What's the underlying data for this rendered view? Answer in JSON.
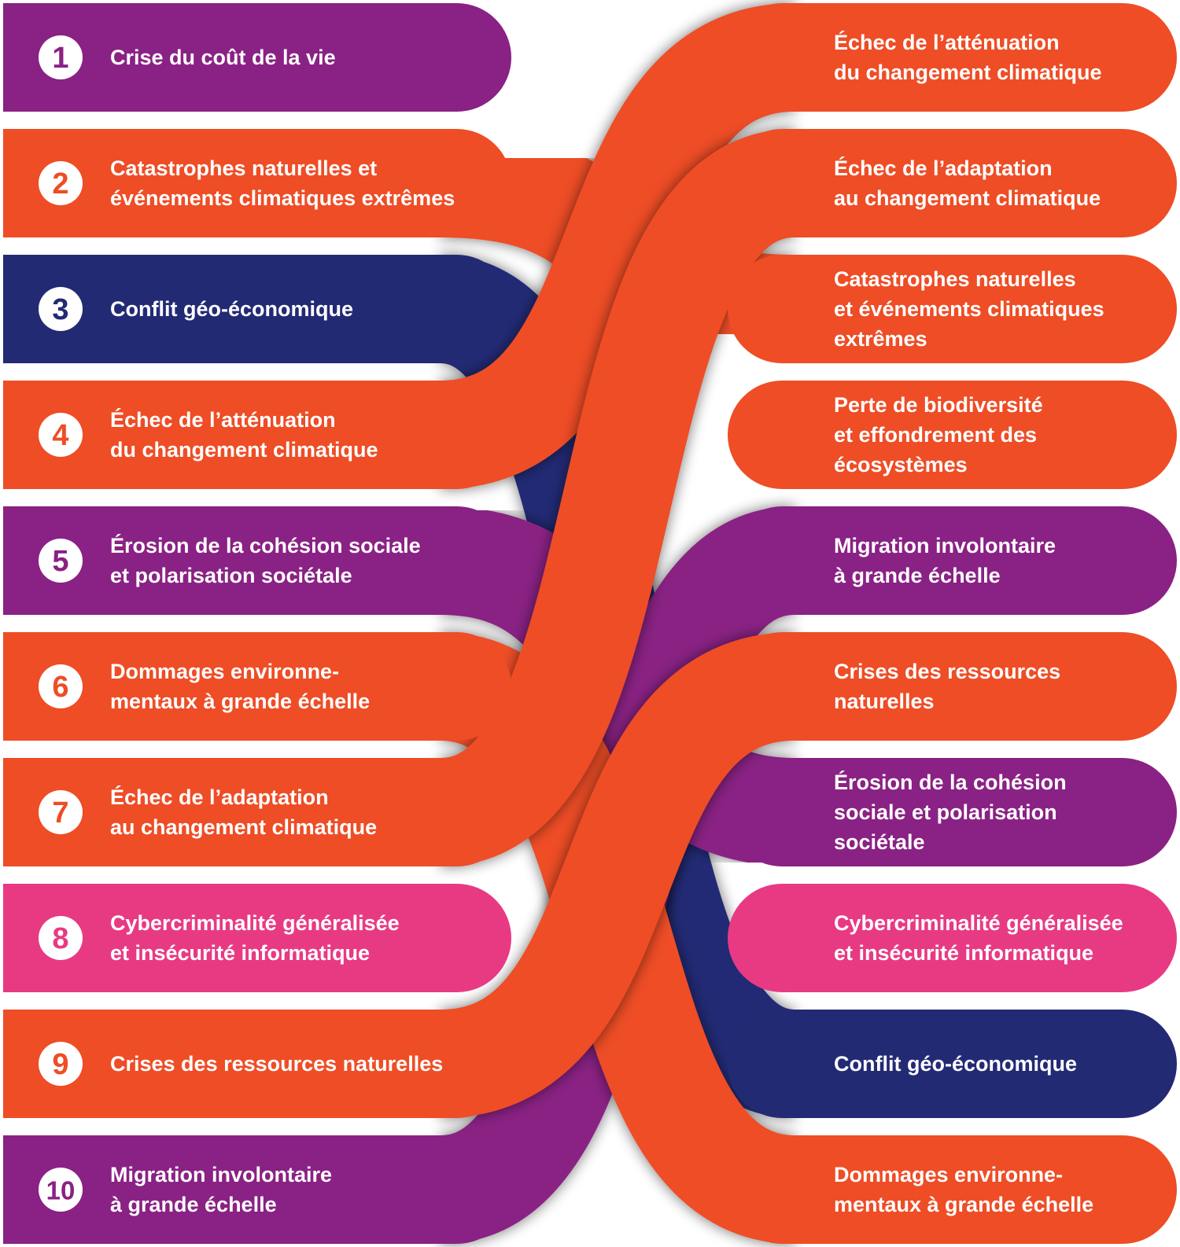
{
  "colors": {
    "orange": "#ee4d26",
    "purple": "#8a2184",
    "navy": "#232a74",
    "pink": "#e83a83",
    "white": "#ffffff",
    "shadow": "#7a1f0c"
  },
  "left_column": [
    {
      "rank": "1",
      "category": "purple",
      "lines": [
        "Crise du coût de la vie"
      ]
    },
    {
      "rank": "2",
      "category": "orange",
      "lines": [
        "Catastrophes naturelles et",
        "événements climatiques extrêmes"
      ]
    },
    {
      "rank": "3",
      "category": "navy",
      "lines": [
        "Conflit géo-économique"
      ]
    },
    {
      "rank": "4",
      "category": "orange",
      "lines": [
        "Échec de l’atténuation",
        "du changement climatique"
      ]
    },
    {
      "rank": "5",
      "category": "purple",
      "lines": [
        "Érosion de la cohésion sociale",
        "et polarisation sociétale"
      ]
    },
    {
      "rank": "6",
      "category": "orange",
      "lines": [
        "Dommages environne-",
        "mentaux à grande échelle"
      ]
    },
    {
      "rank": "7",
      "category": "orange",
      "lines": [
        "Échec de l’adaptation",
        "au changement climatique"
      ]
    },
    {
      "rank": "8",
      "category": "pink",
      "lines": [
        "Cybercriminalité généralisée",
        "et insécurité informatique"
      ]
    },
    {
      "rank": "9",
      "category": "orange",
      "lines": [
        "Crises des ressources naturelles"
      ]
    },
    {
      "rank": "10",
      "category": "purple",
      "lines": [
        "Migration involontaire",
        "à grande échelle"
      ]
    }
  ],
  "right_column": [
    {
      "category": "orange",
      "lines": [
        "Échec de l’atténuation",
        "du changement climatique"
      ]
    },
    {
      "category": "orange",
      "lines": [
        "Échec de l’adaptation",
        "au changement climatique"
      ]
    },
    {
      "category": "orange",
      "lines": [
        "Catastrophes naturelles",
        "et événements climatiques",
        "extrêmes"
      ]
    },
    {
      "category": "orange",
      "lines": [
        "Perte de biodiversité",
        "et effondrement des",
        "écosystèmes"
      ]
    },
    {
      "category": "purple",
      "lines": [
        "Migration involontaire",
        "à grande échelle"
      ]
    },
    {
      "category": "orange",
      "lines": [
        "Crises des ressources",
        "naturelles"
      ]
    },
    {
      "category": "purple",
      "lines": [
        "Érosion de la cohésion",
        "sociale et polarisation",
        "sociétale"
      ]
    },
    {
      "category": "pink",
      "lines": [
        "Cybercriminalité généralisée",
        "et insécurité informatique"
      ]
    },
    {
      "category": "navy",
      "lines": [
        "Conflit géo-économique"
      ]
    },
    {
      "category": "orange",
      "lines": [
        "Dommages environne-",
        "mentaux à grande échelle"
      ]
    }
  ],
  "connections": [
    {
      "from": "2",
      "to_index": 2,
      "category": "orange"
    },
    {
      "from": "3",
      "to_index": 8,
      "category": "navy"
    },
    {
      "from": "4",
      "to_index": 0,
      "category": "orange"
    },
    {
      "from": "5",
      "to_index": 6,
      "category": "purple"
    },
    {
      "from": "6",
      "to_index": 9,
      "category": "orange"
    },
    {
      "from": "7",
      "to_index": 1,
      "category": "orange"
    },
    {
      "from": "8",
      "to_index": 7,
      "category": "pink"
    },
    {
      "from": "9",
      "to_index": 5,
      "category": "orange"
    },
    {
      "from": "10",
      "to_index": 4,
      "category": "purple"
    }
  ]
}
